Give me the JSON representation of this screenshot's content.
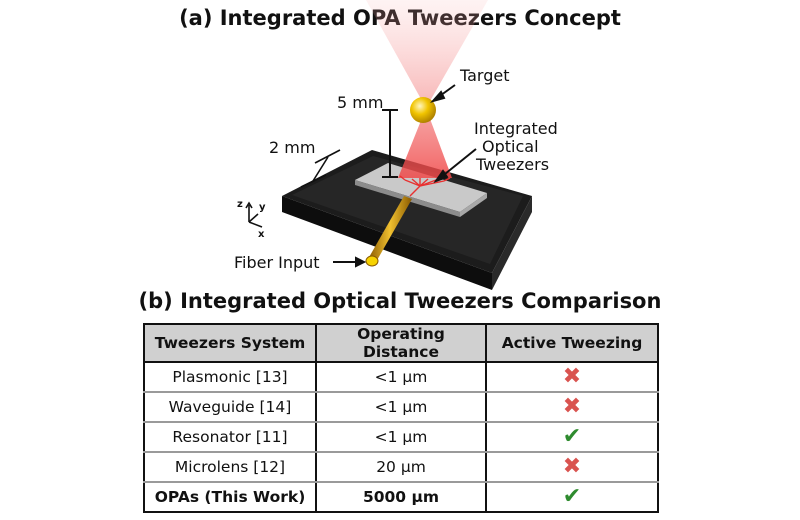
{
  "panel_a": {
    "title": "(a) Integrated OPA Tweezers Concept",
    "labels": {
      "target": "Target",
      "distance": "5 mm",
      "size": "2 mm",
      "tweezers_line1": "Integrated",
      "tweezers_line2": "Optical",
      "tweezers_line3": "Tweezers",
      "fiber": "Fiber Input",
      "axis_z": "z",
      "axis_y": "y",
      "axis_x": "x"
    },
    "colors": {
      "beam": "#f05a5a",
      "sphere": "#e8b400",
      "chip": "#1a1a1a",
      "die": "#c8c8c8",
      "fiber": "#d49a00"
    }
  },
  "panel_b": {
    "title": "(b) Integrated Optical Tweezers Comparison",
    "headers": [
      "Tweezers System",
      "Operating Distance",
      "Active Tweezing"
    ],
    "rows": [
      {
        "system": "Plasmonic [13]",
        "distance": "<1 µm",
        "active": "cross-icon"
      },
      {
        "system": "Waveguide [14]",
        "distance": "<1 µm",
        "active": "cross-icon"
      },
      {
        "system": "Resonator [11]",
        "distance": "<1 µm",
        "active": "check-icon"
      },
      {
        "system": "Microlens [12]",
        "distance": "20 µm",
        "active": "cross-icon"
      },
      {
        "system": "OPAs (This Work)",
        "distance": "5000 µm",
        "active": "check-icon"
      }
    ]
  }
}
